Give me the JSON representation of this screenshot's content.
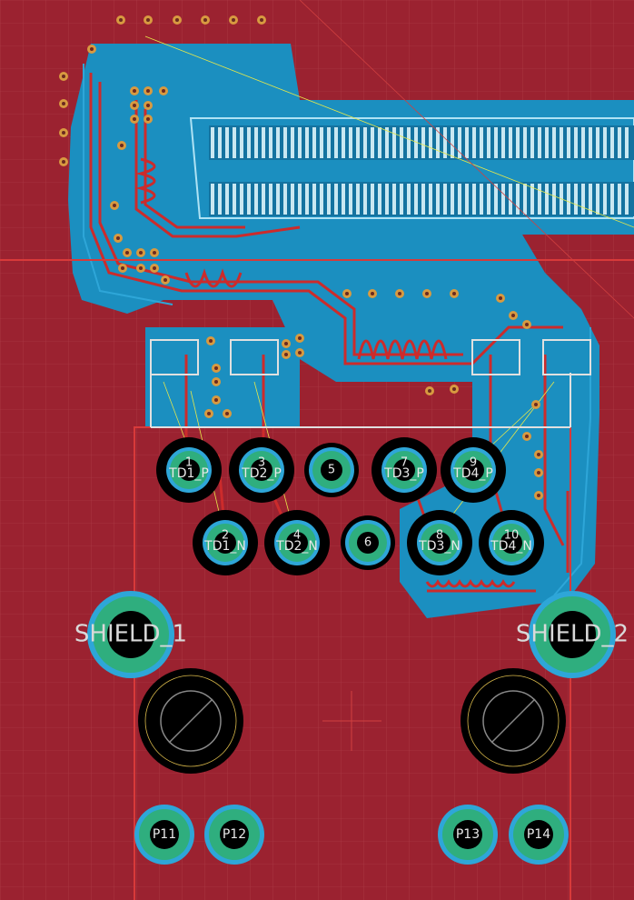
{
  "view": {
    "background": "#9b2230",
    "colors": {
      "top_copper": "#9b2230",
      "bottom_copper": "#1b8fc0",
      "trace_top": "#cc2b2b",
      "pad_ring": "#2fae7e",
      "hole": "#000000",
      "silkscreen": "#d9d9d9",
      "board_outline": "#d83a3a",
      "ratsnest": "#e6e84a"
    }
  },
  "pads_top_row": [
    {
      "number": "1",
      "net": "TD1_P"
    },
    {
      "number": "3",
      "net": "TD2_P"
    },
    {
      "number": "5",
      "net": ""
    },
    {
      "number": "7",
      "net": "TD3_P"
    },
    {
      "number": "9",
      "net": "TD4_P"
    }
  ],
  "pads_bottom_row": [
    {
      "number": "2",
      "net": "TD1_N"
    },
    {
      "number": "4",
      "net": "TD2_N"
    },
    {
      "number": "6",
      "net": ""
    },
    {
      "number": "8",
      "net": "TD3_N"
    },
    {
      "number": "10",
      "net": "TD4_N"
    }
  ],
  "shields": [
    {
      "label": "SHIELD_1"
    },
    {
      "label": "SHIELD_2"
    }
  ],
  "led_pins": [
    "P11",
    "P12",
    "P13",
    "P14"
  ]
}
